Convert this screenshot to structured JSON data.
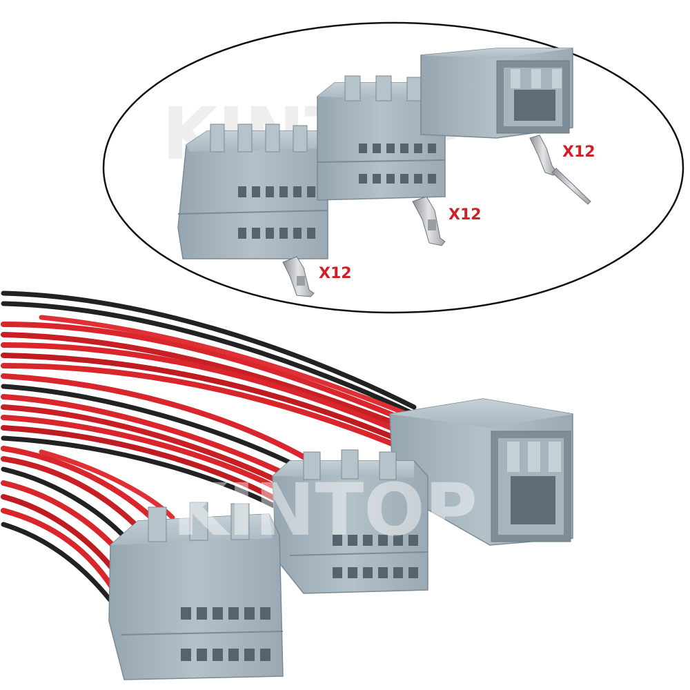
{
  "image": {
    "watermark_text": "KINTOP",
    "watermark_color": "#e9eaea",
    "colors": {
      "housing": "#a7b6bf",
      "housing_dark": "#7f8f99",
      "housing_light": "#c3cfd6",
      "cavity": "#52606a",
      "wire_red": "#d8262c",
      "wire_red_dark": "#9b1418",
      "wire_black": "#222222",
      "terminal": "#b9bcbf",
      "label_red": "#d11f26",
      "ellipse_stroke": "#111111"
    },
    "inset": {
      "terminals": [
        {
          "quantity_label": "X12",
          "type": "female-terminal"
        },
        {
          "quantity_label": "X12",
          "type": "female-terminal"
        },
        {
          "quantity_label": "X12",
          "type": "male-pin-terminal"
        }
      ],
      "connectors": [
        {
          "type": "female-housing",
          "cavities": 12
        },
        {
          "type": "female-housing",
          "cavities": 12
        },
        {
          "type": "male-housing",
          "cavities": 12
        }
      ]
    },
    "harness": {
      "connectors": [
        {
          "type": "female-housing",
          "cavities": 12
        },
        {
          "type": "female-housing",
          "cavities": 12
        },
        {
          "type": "male-housing",
          "cavities": 12
        }
      ]
    }
  }
}
